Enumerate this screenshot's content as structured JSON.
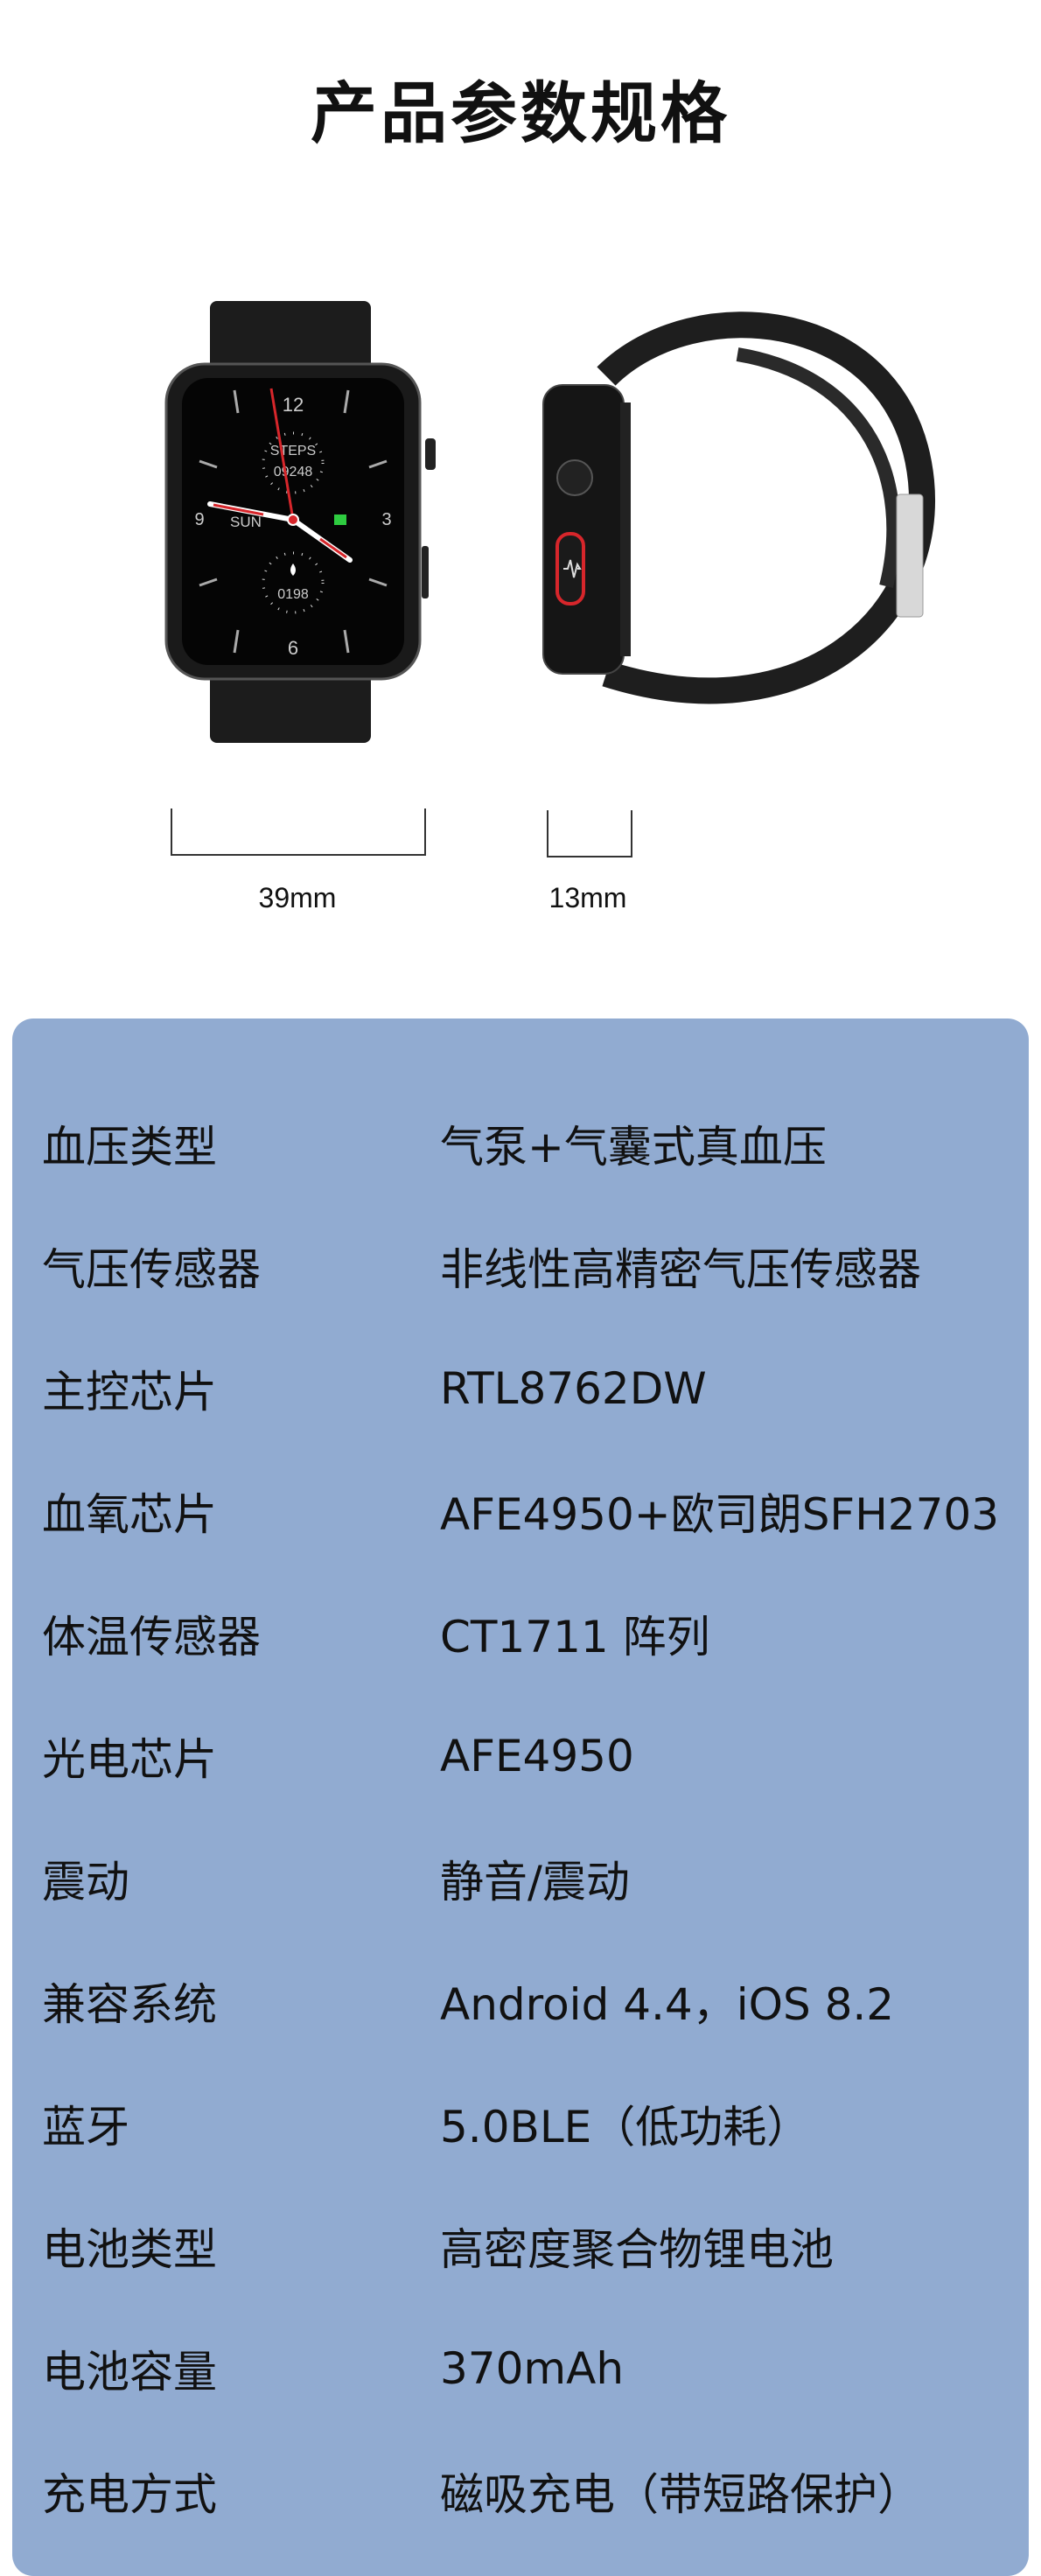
{
  "title": "产品参数规格",
  "watch_face": {
    "top": "12",
    "bottom": "6",
    "left": "9",
    "right": "3",
    "steps_label": "STEPS",
    "steps_value": "09248",
    "day": "SUN",
    "bottom_value": "0198"
  },
  "dimensions": {
    "width": "39mm",
    "thickness": "13mm"
  },
  "colors": {
    "panel": "#91abd1",
    "accent_red": "#d7262b"
  },
  "specs": [
    {
      "label": "血压类型",
      "value": "气泵+气囊式真血压"
    },
    {
      "label": "气压传感器",
      "value": "非线性高精密气压传感器"
    },
    {
      "label": "主控芯片",
      "value": "RTL8762DW"
    },
    {
      "label": "血氧芯片",
      "value": "AFE4950+欧司朗SFH2703"
    },
    {
      "label": "体温传感器",
      "value": "CT1711 阵列"
    },
    {
      "label": "光电芯片",
      "value": "AFE4950"
    },
    {
      "label": "震动",
      "value": "静音/震动"
    },
    {
      "label": "兼容系统",
      "value": "Android 4.4，iOS 8.2"
    },
    {
      "label": "蓝牙",
      "value": "5.0BLE（低功耗）"
    },
    {
      "label": "电池类型",
      "value": "高密度聚合物锂电池"
    },
    {
      "label": "电池容量",
      "value": "370mAh"
    },
    {
      "label": "充电方式",
      "value": "磁吸充电（带短路保护）"
    }
  ]
}
